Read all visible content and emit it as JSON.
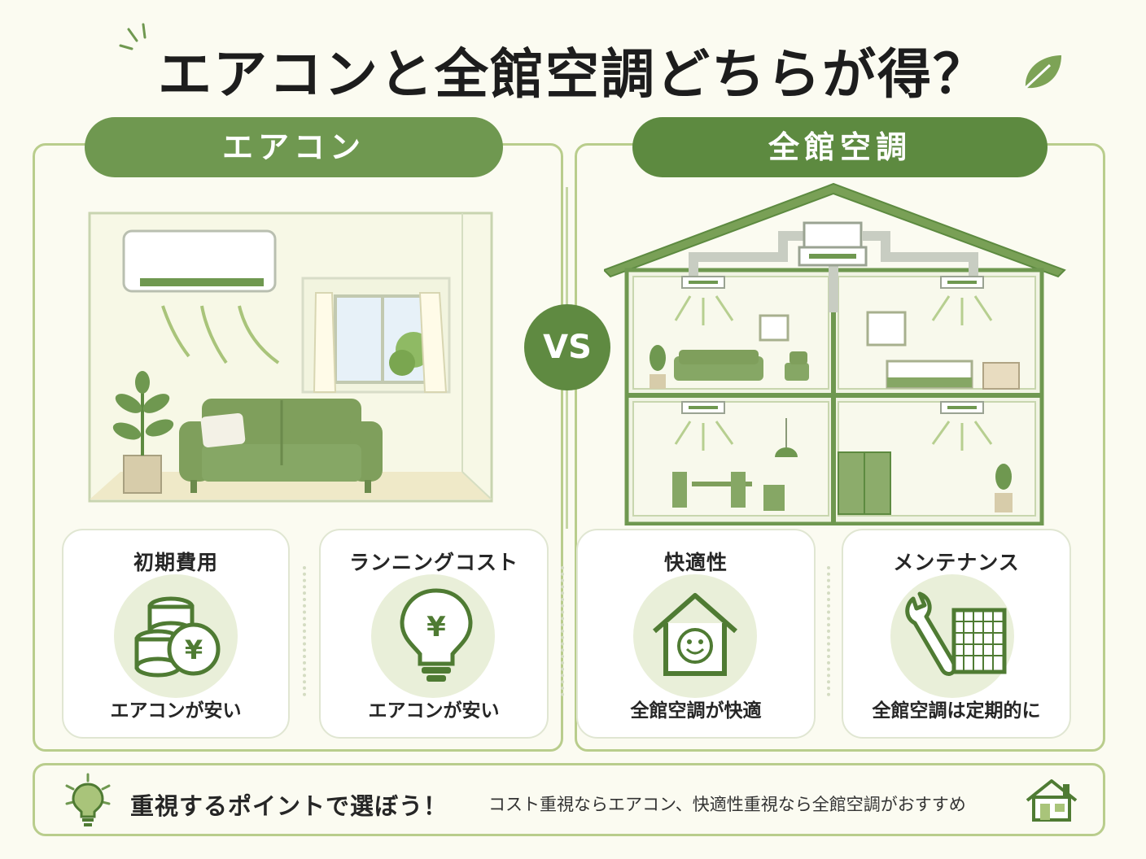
{
  "title": "エアコンと全館空調どちらが得？",
  "left": {
    "label": "エアコン"
  },
  "right": {
    "label": "全館空調"
  },
  "vs": "VS",
  "cards": [
    {
      "title": "初期費用",
      "result": "エアコンが安い",
      "icon": "coins-yen-icon"
    },
    {
      "title": "ランニングコスト",
      "result": "エアコンが安い",
      "icon": "lightbulb-yen-icon"
    },
    {
      "title": "快適性",
      "result": "全館空調が快適",
      "icon": "smiling-house-icon"
    },
    {
      "title": "メンテナンス",
      "result": "全館空調は定期的に",
      "icon": "wrench-filter-icon"
    }
  ],
  "footer": {
    "main": "重視するポイントで選ぼう！",
    "sub": "コスト重視ならエアコン、快適性重視なら全館空調がおすすめ",
    "icons": [
      "lightbulb-icon",
      "house-icon"
    ]
  },
  "colors": {
    "accent": "#6f9850",
    "accent_dark": "#5d8a40",
    "light_green": "#e9efd9",
    "line": "#b9cd8c",
    "background": "#fbfbf1"
  }
}
